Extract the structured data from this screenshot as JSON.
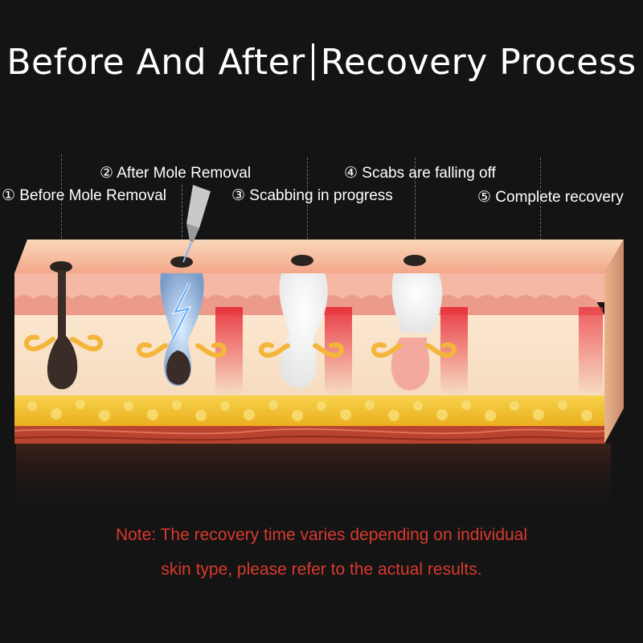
{
  "title": {
    "left": "Before And After",
    "right": "Recovery Process"
  },
  "steps": [
    {
      "label": "① Before Mole Removal"
    },
    {
      "label": "② After Mole Removal"
    },
    {
      "label": "③ Scabbing in progress"
    },
    {
      "label": "④ Scabs are falling off"
    },
    {
      "label": "⑤ Complete recovery"
    }
  ],
  "note": {
    "line1": "Note: The recovery time varies depending on individual",
    "line2": "skin type, please refer to the actual results."
  },
  "colors": {
    "background": "#141414",
    "note_text": "#d93a2e",
    "skin_top": "#f7c6a8",
    "fat": "#f2c230",
    "muscle": "#b8432f"
  },
  "icons": [
    "laser-pen-icon",
    "lightning-icon"
  ]
}
